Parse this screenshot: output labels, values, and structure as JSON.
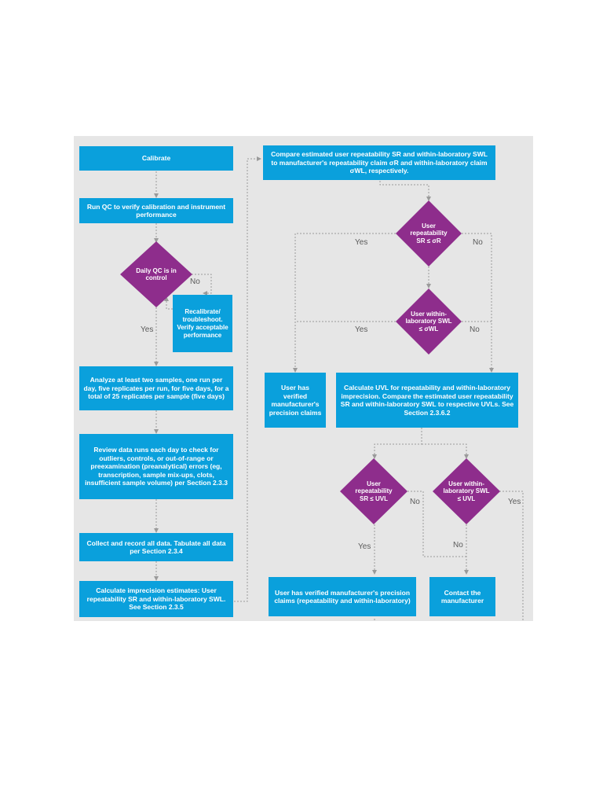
{
  "nodes": {
    "calibrate": "Calibrate",
    "run_qc": "Run QC to verify calibration and instrument performance",
    "daily_qc": "Daily QC is in control",
    "recalibrate": "Recalibrate/ troubleshoot. Verify acceptable performance",
    "analyze": "Analyze at least two samples, one run per day, five replicates per run, for five days, for a total of 25 replicates per sample (five days)",
    "review": "Review data runs each day to check for outliers, controls, or out-of-range or preexamination (preanalytical) errors (eg, transcription, sample mix-ups, clots, insufficient sample volume) per Section 2.3.3",
    "collect": "Collect and record all data. Tabulate all data per Section 2.3.4",
    "calc_imprecision": "Calculate imprecision estimates: User repeatability SR and within-laboratory SWL. See Section 2.3.5",
    "compare": "Compare estimated user repeatability SR and within-laboratory SWL to manufacturer's repeatability claim σR and within-laboratory claim σWL, respectively.",
    "user_rep": "User repeatability SR ≤ σR",
    "user_wl": "User within-laboratory SWL ≤ σWL",
    "verified_claims": "User has verified manufacturer's precision claims",
    "calc_uvl": "Calculate UVL for repeatability and within-laboratory imprecision. Compare the estimated user repeatability SR and within-laboratory SWL to respective UVLs. See Section 2.3.6.2",
    "user_rep_uvl": "User repeatability SR ≤ UVL",
    "user_wl_uvl": "User within-laboratory SWL ≤ UVL",
    "verified_full": "User has verified manufacturer's precision claims (repeatability and within-laboratory)",
    "contact": "Contact the manufacturer"
  },
  "labels": {
    "no_qc": "No",
    "yes_qc": "Yes",
    "yes_rep": "Yes",
    "no_rep": "No",
    "yes_wl": "Yes",
    "no_wl": "No",
    "no_rep_uvl": "No",
    "yes_rep_uvl": "Yes",
    "no_wl_uvl": "No",
    "yes_wl_uvl": "Yes"
  },
  "colors": {
    "box": "#0aa0dc",
    "diamond": "#8e2d8c",
    "background": "#e6e6e6",
    "connector": "#9a9a9a"
  }
}
